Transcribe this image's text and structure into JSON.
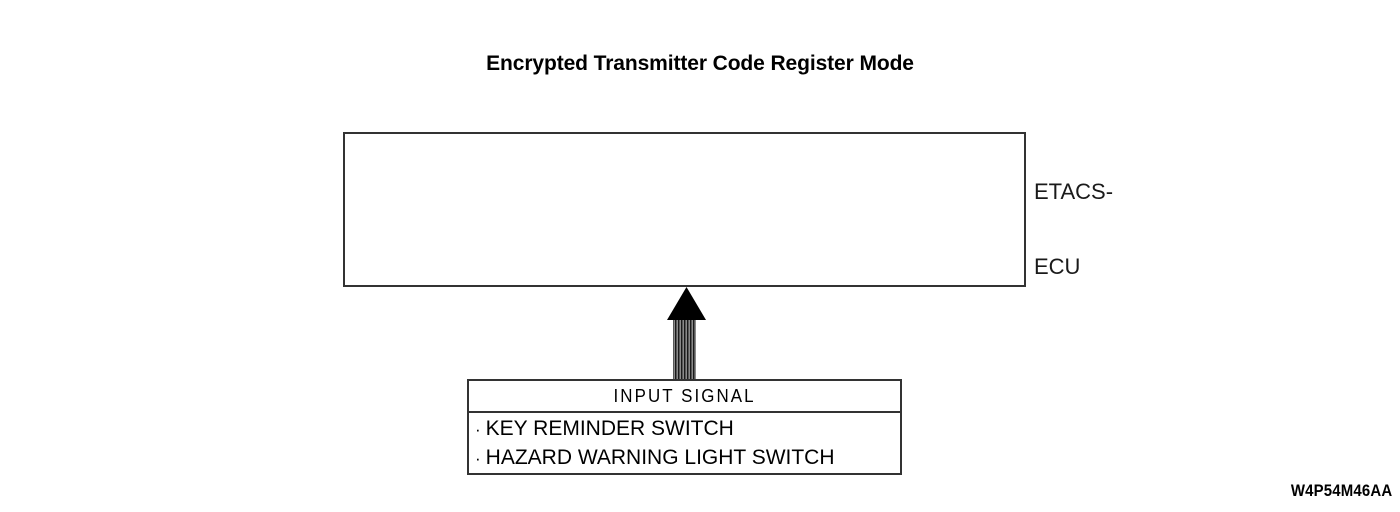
{
  "diagram": {
    "title": "Encrypted Transmitter Code Register Mode",
    "reference_code": "W4P54M46AA",
    "background_color": "#ffffff",
    "line_color": "#333333",
    "text_color": "#000000"
  },
  "ecu_block": {
    "label_line_1": "ETACS-",
    "label_line_2": "ECU",
    "contents": ""
  },
  "arrow": {
    "name": "input-signal-arrow",
    "direction": "up",
    "style": "striped-shaft-solid-head",
    "head_color": "#000000",
    "shaft_stripe_color": "#1a1a1a"
  },
  "input_box": {
    "header": "INPUT SIGNAL",
    "items": [
      {
        "bullet": "·",
        "label": "KEY REMINDER SWITCH"
      },
      {
        "bullet": "·",
        "label": "HAZARD WARNING LIGHT SWITCH"
      }
    ]
  }
}
